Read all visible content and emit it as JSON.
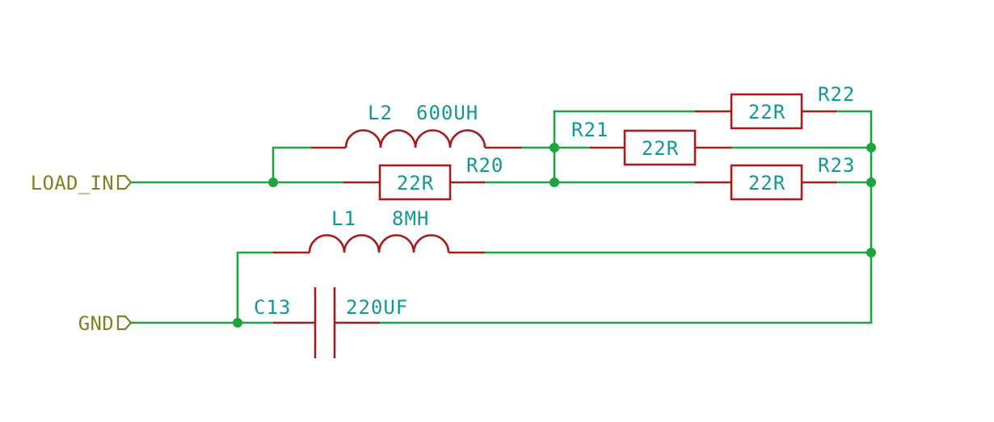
{
  "colors": {
    "background": "#ffffff",
    "wire": "#1ea43c",
    "junction": "#1ea43c",
    "component": "#a51d1d",
    "reference_text": "#109898",
    "net_label": "#808026"
  },
  "net_labels": {
    "load_in": "LOAD_IN",
    "gnd": "GND"
  },
  "components": {
    "L2": {
      "ref": "L2",
      "value": "600UH"
    },
    "L1": {
      "ref": "L1",
      "value": "8MH"
    },
    "R20": {
      "ref": "R20",
      "value": "22R"
    },
    "R21": {
      "ref": "R21",
      "value": "22R"
    },
    "R22": {
      "ref": "R22",
      "value": "22R"
    },
    "R23": {
      "ref": "R23",
      "value": "22R"
    },
    "C13": {
      "ref": "C13",
      "value": "220UF"
    }
  }
}
